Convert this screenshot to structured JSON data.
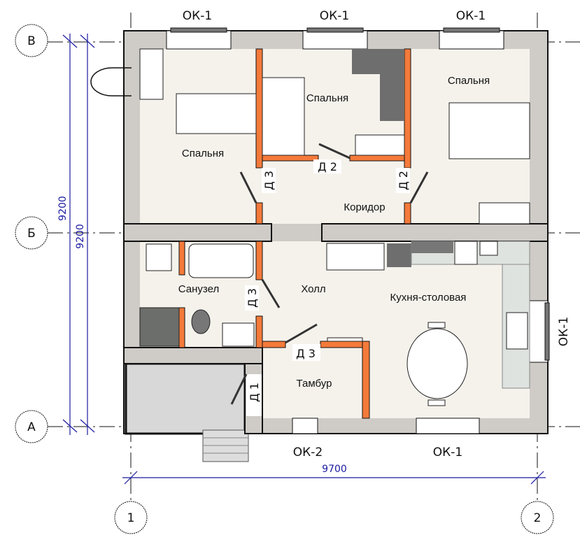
{
  "axes": {
    "rows": [
      "В",
      "Б",
      "А"
    ],
    "columns": [
      "1",
      "2"
    ]
  },
  "dimensions": {
    "vertical_outer": "9200",
    "vertical_inner": "9200",
    "horizontal": "9700"
  },
  "windows": {
    "top_left": "ОК-1",
    "top_middle": "ОК-1",
    "top_right": "ОК-1",
    "bottom_left": "ОК-2",
    "bottom_right": "ОК-1",
    "right": "ОК-1"
  },
  "rooms": {
    "bedroom_left": "Спальня",
    "bedroom_middle": "Спальня",
    "bedroom_right": "Спальня",
    "corridor": "Коридор",
    "bathroom": "Санузел",
    "hall": "Холл",
    "kitchen": "Кухня-столовая",
    "vestibule": "Тамбур"
  },
  "doors": {
    "bedroom_left": "Д 3",
    "bedroom_middle": "Д 2",
    "bedroom_right": "Д 2",
    "bathroom": "Д 3",
    "vestibule": "Д 3",
    "entrance": "Д 1"
  },
  "colors": {
    "wall": "#cfcbc7",
    "partition": "#f47a3a",
    "floor": "#f5f2ec",
    "dimension": "#1a1aa0",
    "counter": "#dfe3df"
  }
}
